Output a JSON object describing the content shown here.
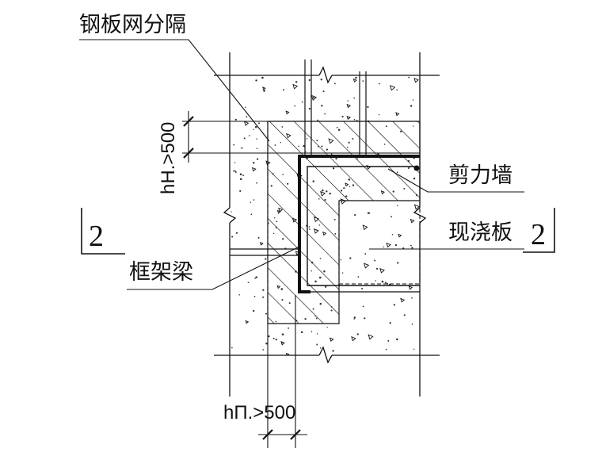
{
  "labels": {
    "steel_mesh": "钢板网分隔",
    "shear_wall": "剪力墙",
    "cast_slab": "现浇板",
    "frame_beam": "框架梁"
  },
  "dimensions": {
    "vertical": "hH.>500",
    "horizontal": "hП.>500"
  },
  "section_marks": {
    "left": "2",
    "right": "2"
  },
  "colors": {
    "line": "#111111",
    "background": "#ffffff"
  }
}
